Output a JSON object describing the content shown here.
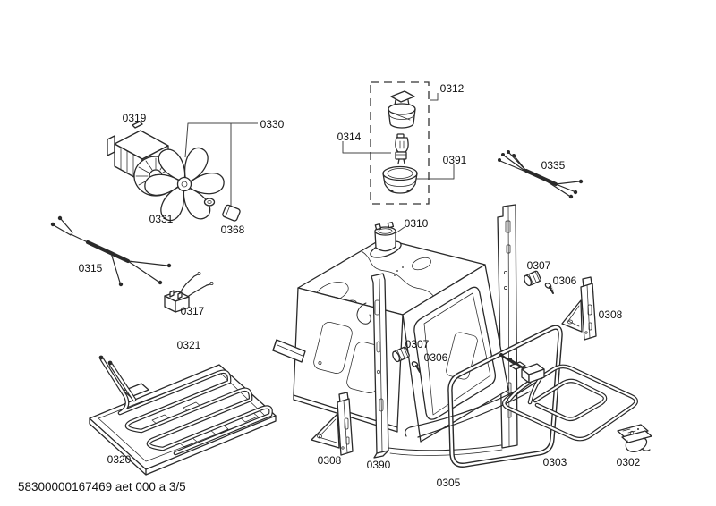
{
  "document": {
    "type": "exploded-parts-diagram",
    "footer": {
      "text": "58300000167469 aet 000 a 3/5"
    }
  },
  "colors": {
    "background": "#ffffff",
    "line": "#2a2a2a",
    "text": "#111111"
  },
  "labels": [
    {
      "text": "0319",
      "part": "fan-motor"
    },
    {
      "text": "0330",
      "part": "fan-assembly-kit"
    },
    {
      "text": "0331",
      "part": "fan-impeller"
    },
    {
      "text": "0368",
      "part": "shaft-coupling-nut"
    },
    {
      "text": "0312",
      "part": "lamp-socket"
    },
    {
      "text": "0314",
      "part": "lamp-bulb"
    },
    {
      "text": "0391",
      "part": "lamp-glass-cover"
    },
    {
      "text": "0310",
      "part": "lamp-housing"
    },
    {
      "text": "0335",
      "part": "cable-harness-right"
    },
    {
      "text": "0307",
      "part": "spacer-bushing-right"
    },
    {
      "text": "0306",
      "part": "screw-right"
    },
    {
      "text": "0308",
      "part": "mounting-bracket-right"
    },
    {
      "text": "0307",
      "part": "spacer-bushing-front"
    },
    {
      "text": "0306",
      "part": "screw-front"
    },
    {
      "text": "0315",
      "part": "cable-harness-left"
    },
    {
      "text": "0317",
      "part": "temperature-limiter"
    },
    {
      "text": "0321",
      "part": "bottom-heating-element"
    },
    {
      "text": "0320",
      "part": "oven-floor-panel"
    },
    {
      "text": "0308",
      "part": "mounting-bracket-bottom"
    },
    {
      "text": "0390",
      "part": "oven-cavity"
    },
    {
      "text": "0305",
      "part": "door-gasket"
    },
    {
      "text": "0303",
      "part": "grill-heating-element"
    },
    {
      "text": "0302",
      "part": "fastening-clip"
    }
  ]
}
